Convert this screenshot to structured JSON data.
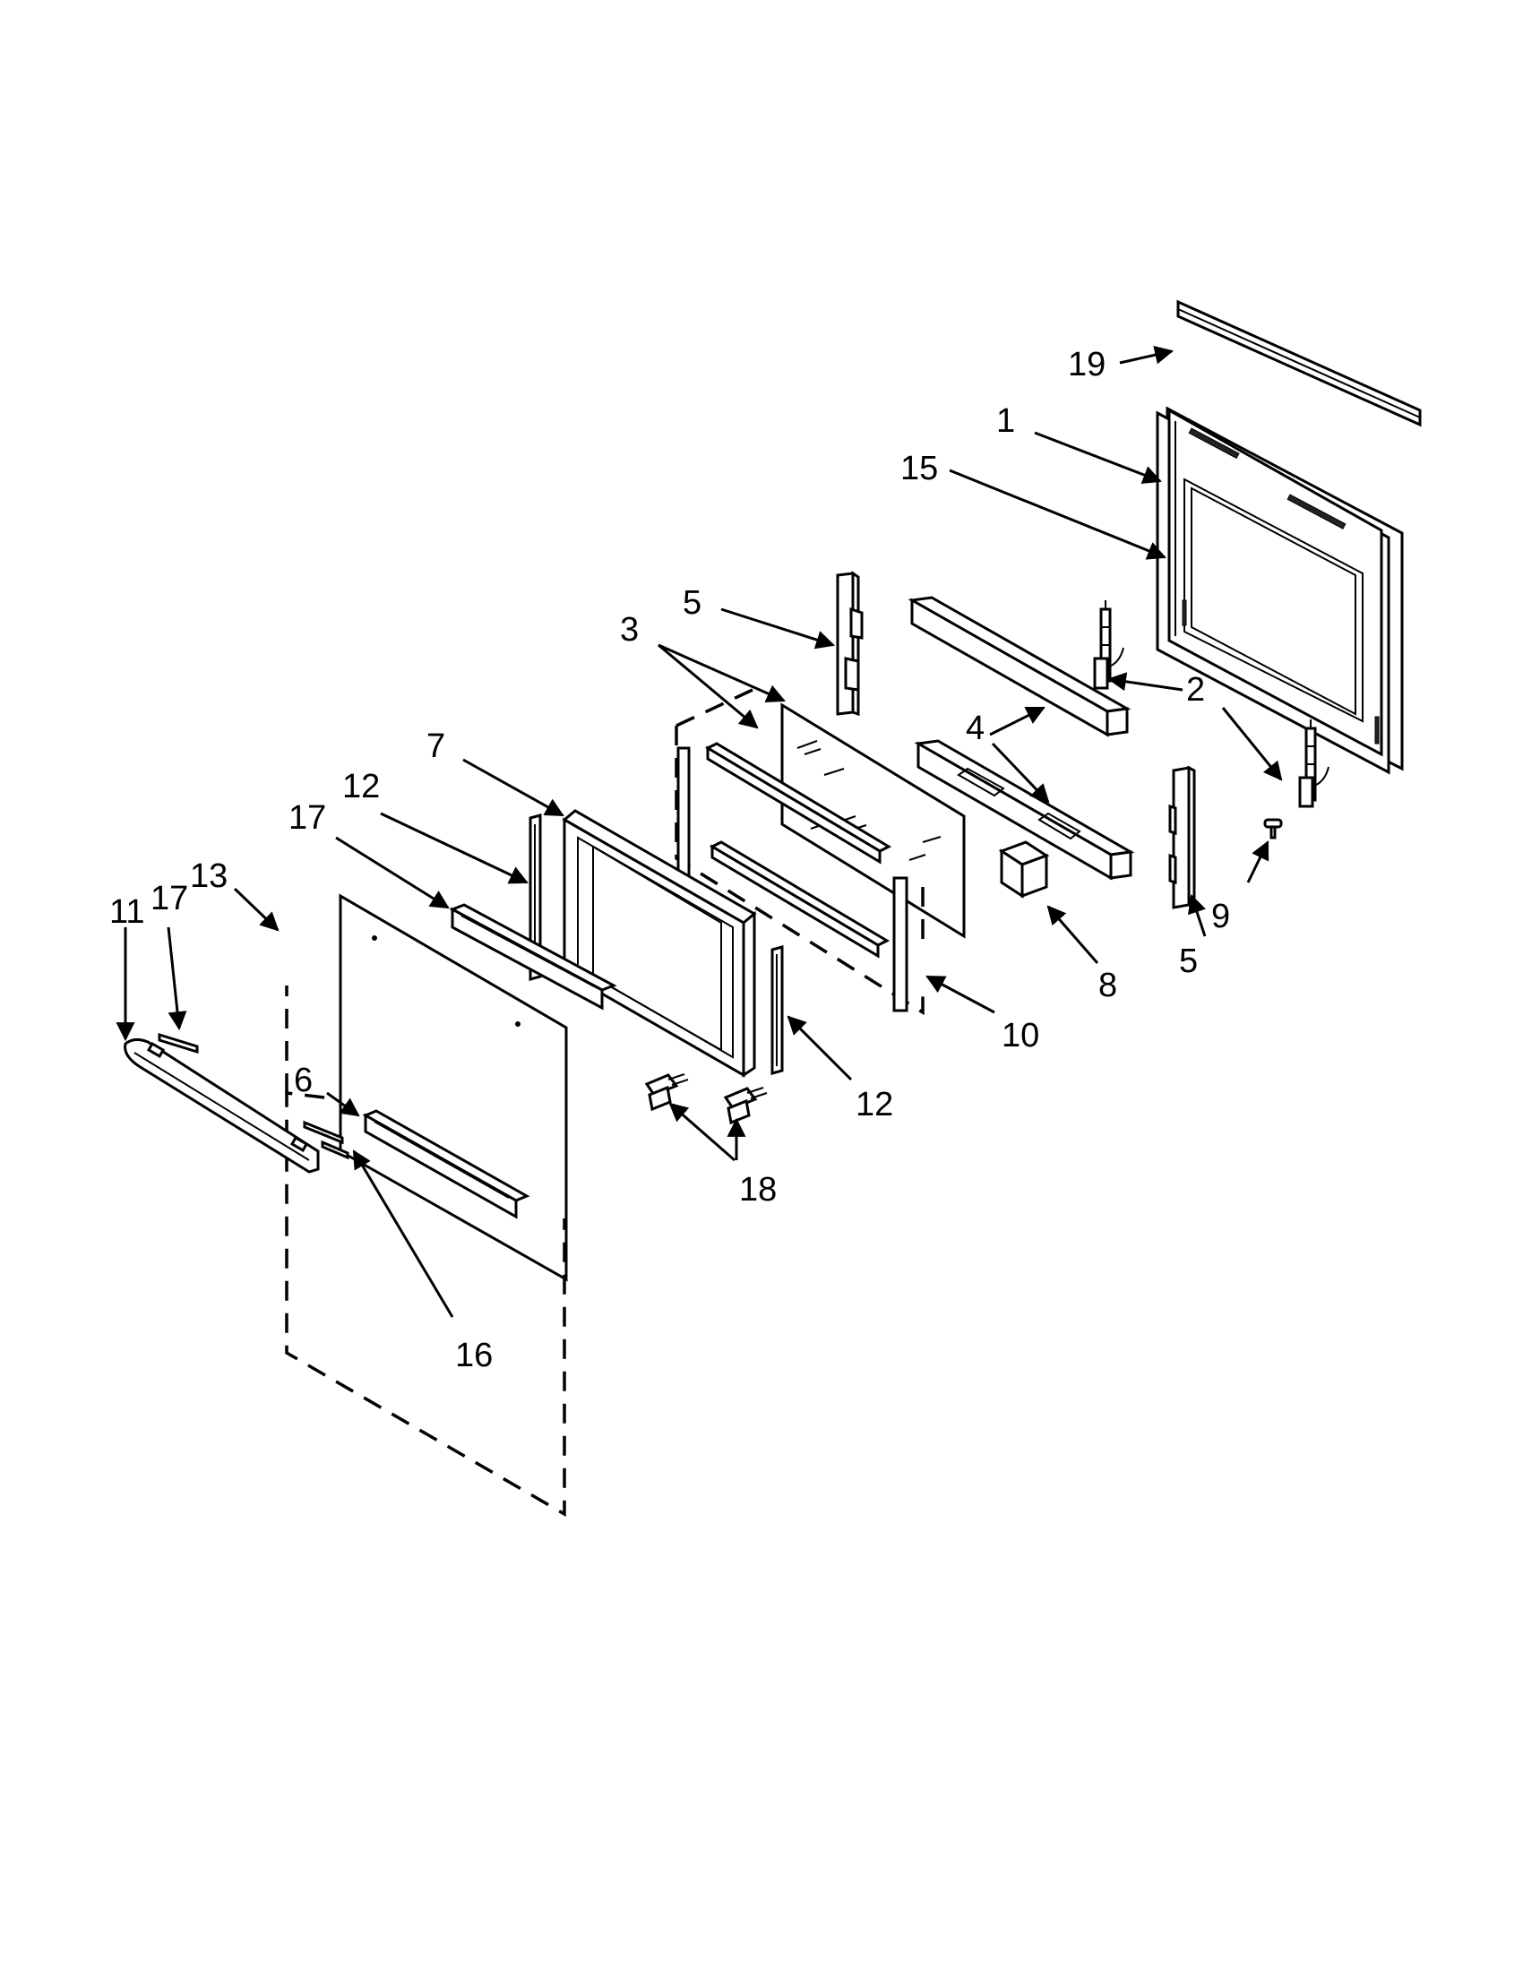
{
  "diagram": {
    "callouts": [
      "19",
      "1",
      "15",
      "5",
      "3",
      "2",
      "4",
      "7",
      "12",
      "17",
      "13",
      "11",
      "17",
      "9",
      "5",
      "8",
      "10",
      "12",
      "6",
      "18",
      "16"
    ]
  }
}
